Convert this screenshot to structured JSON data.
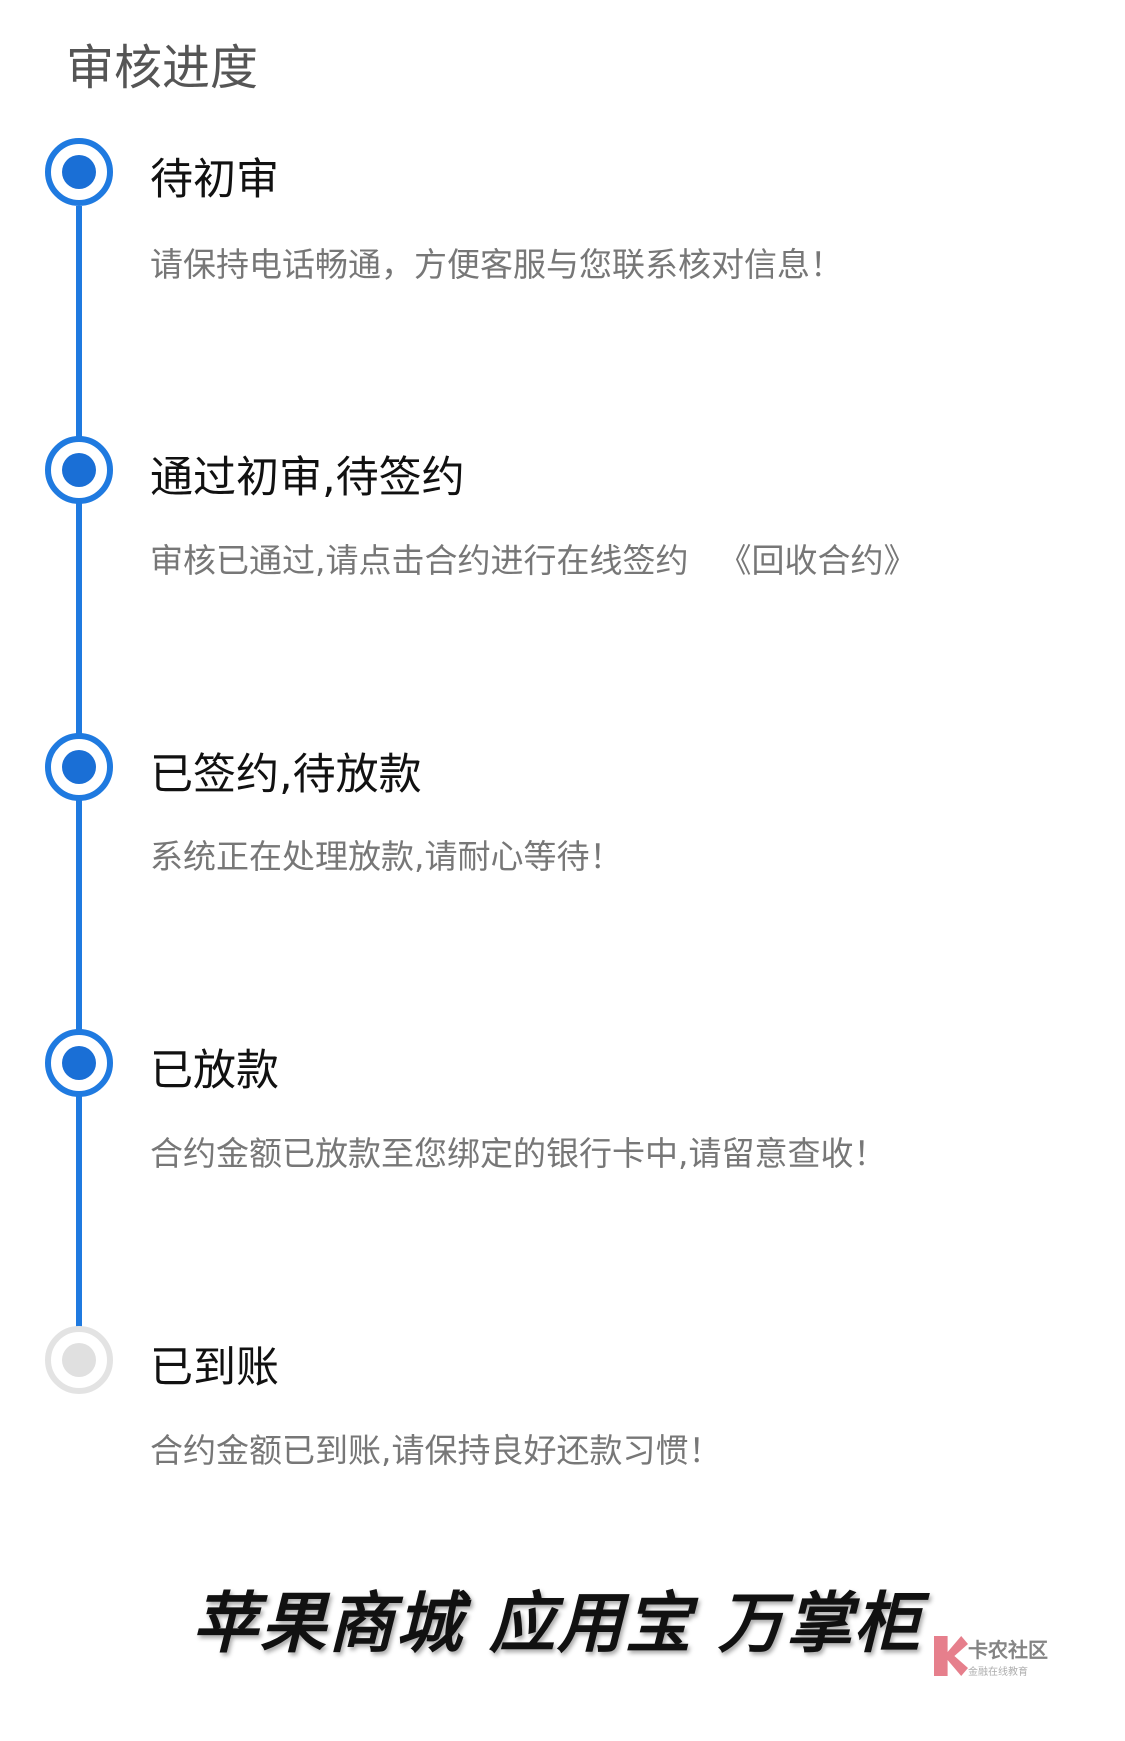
{
  "title": "审核进度",
  "steps": [
    {
      "title": "待初审",
      "desc": "请保持电话畅通，方便客服与您联系核对信息！",
      "status": "done"
    },
    {
      "title": "通过初审,待签约",
      "desc": "审核已通过,请点击合约进行在线签约",
      "link": "《回收合约》",
      "status": "done"
    },
    {
      "title": "已签约,待放款",
      "desc": "系统正在处理放款,请耐心等待！",
      "status": "done"
    },
    {
      "title": "已放款",
      "desc": "合约金额已放款至您绑定的银行卡中,请留意查收！",
      "status": "done"
    },
    {
      "title": "已到账",
      "desc": "合约金额已到账,请保持良好还款习惯！",
      "status": "pending"
    }
  ],
  "slogan": "苹果商城 应用宝 万掌柜",
  "watermark": {
    "name": "卡农社区",
    "tagline": "金融在线教育"
  },
  "colors": {
    "accent": "#1f7ae0",
    "pending": "#e3e3e3"
  }
}
